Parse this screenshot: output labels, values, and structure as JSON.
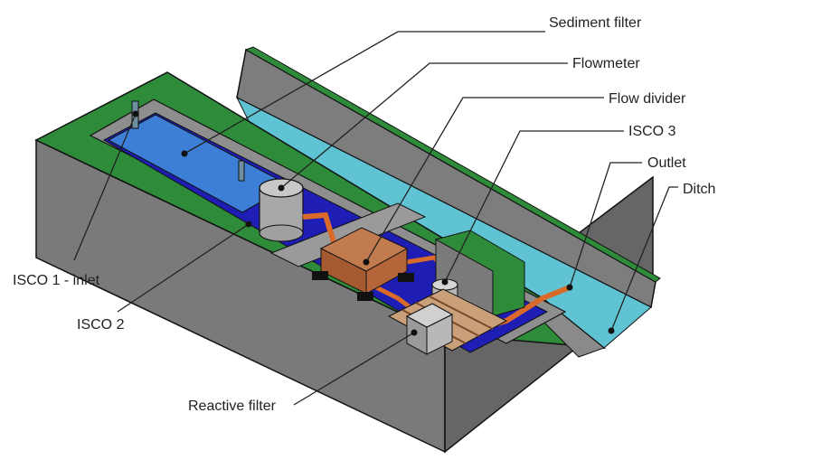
{
  "labels": {
    "sediment_filter": "Sediment filter",
    "flowmeter": "Flowmeter",
    "flow_divider": "Flow divider",
    "isco3": "ISCO 3",
    "outlet": "Outlet",
    "ditch": "Ditch",
    "isco1_inlet": "ISCO 1 - inlet",
    "isco2": "ISCO 2",
    "reactive_filter": "Reactive filter"
  },
  "colors": {
    "ground_top": "#2e8b3a",
    "concrete": "#7f7f7f",
    "concrete_dark": "#5e5e5e",
    "basin_floor": "#1e1eb4",
    "sediment_water": "#3d7fd6",
    "ditch_water": "#5fc3d4",
    "pipe": "#d96a2a",
    "box": "#b5653a"
  }
}
